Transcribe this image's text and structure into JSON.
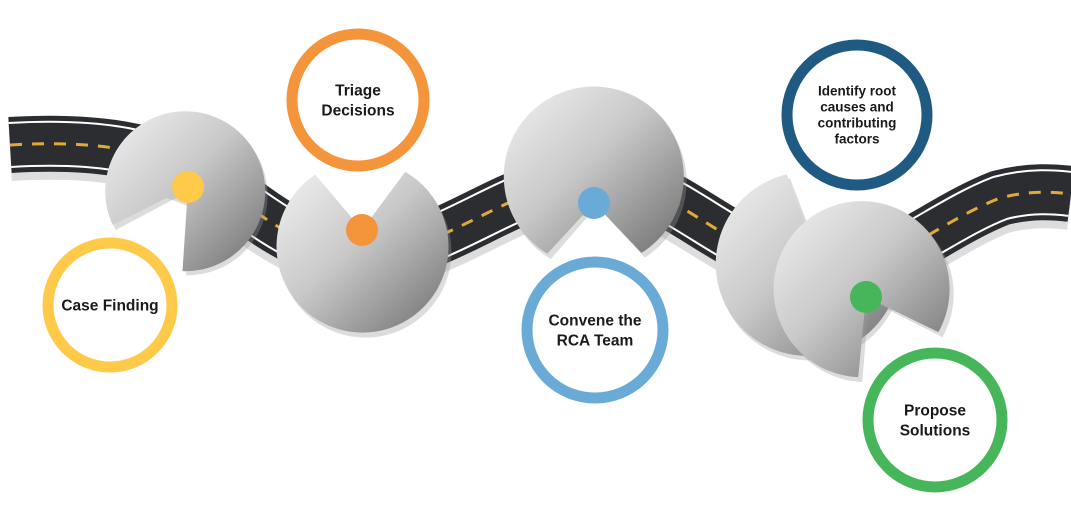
{
  "steps": [
    {
      "lines": [
        "Case Finding"
      ],
      "color": "#FFC94A"
    },
    {
      "lines": [
        "Triage",
        "Decisions"
      ],
      "color": "#F5953B"
    },
    {
      "lines": [
        "Convene the",
        "RCA Team"
      ],
      "color": "#6AAAD6"
    },
    {
      "lines": [
        "Identify root",
        "causes and",
        "contributing",
        "factors"
      ],
      "color": "#1F5A82"
    },
    {
      "lines": [
        "Propose",
        "Solutions"
      ],
      "color": "#47B65A"
    }
  ],
  "road": {
    "asphalt": "#2b2d31",
    "edge": "#ffffff",
    "dash": "#E2A93B"
  }
}
